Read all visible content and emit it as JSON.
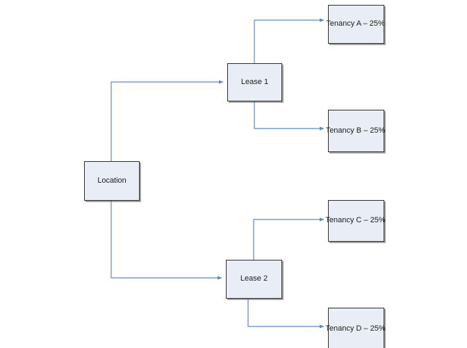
{
  "diagram": {
    "type": "hierarchy-flowchart",
    "background_color": "#ffffff",
    "node_fill_color": "#e9eef6",
    "node_border_color": "#2b2b2b",
    "connector_color": "#5b87c7",
    "nodes": [
      {
        "id": "location",
        "label": "Location"
      },
      {
        "id": "lease-1",
        "label": "Lease 1"
      },
      {
        "id": "lease-2",
        "label": "Lease 2"
      },
      {
        "id": "tenancy-a",
        "label": "Tenancy A – 25%"
      },
      {
        "id": "tenancy-b",
        "label": "Tenancy B – 25%"
      },
      {
        "id": "tenancy-c",
        "label": "Tenancy C – 25%"
      },
      {
        "id": "tenancy-d",
        "label": "Tenancy D – 25%"
      }
    ],
    "edges": [
      {
        "id": "location-to-lease-1",
        "from": "location",
        "to": "lease-1"
      },
      {
        "id": "location-to-lease-2",
        "from": "location",
        "to": "lease-2"
      },
      {
        "id": "lease-1-to-tenancy-a",
        "from": "lease-1",
        "to": "tenancy-a"
      },
      {
        "id": "lease-1-to-tenancy-b",
        "from": "lease-1",
        "to": "tenancy-b"
      },
      {
        "id": "lease-2-to-tenancy-c",
        "from": "lease-2",
        "to": "tenancy-c"
      },
      {
        "id": "lease-2-to-tenancy-d",
        "from": "lease-2",
        "to": "tenancy-d"
      }
    ]
  }
}
